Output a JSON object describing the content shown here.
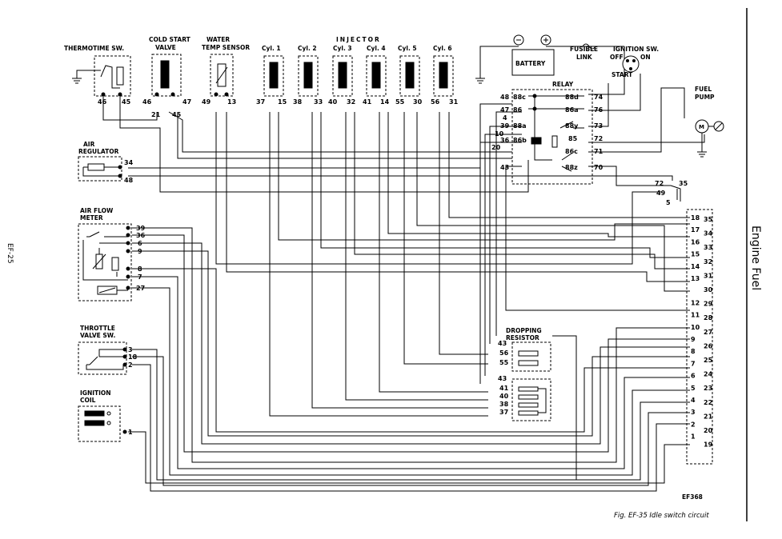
{
  "page_id": "EF-25",
  "section_title": "Engine Fuel",
  "figure_code": "EF368",
  "figure_caption": "Fig. EF-35 Idle switch circuit",
  "labels": {
    "thermotime_1": "THERMOTIME SW.",
    "cold_start_1": "COLD START",
    "cold_start_2": "VALVE",
    "water_1": "WATER",
    "water_2": "TEMP SENSOR",
    "injector": "INJECTOR",
    "cyl1": "Cyl. 1",
    "cyl2": "Cyl. 2",
    "cyl3": "Cyl. 3",
    "cyl4": "Cyl. 4",
    "cyl5": "Cyl. 5",
    "cyl6": "Cyl. 6",
    "battery": "BATTERY",
    "fusible_1": "FUSIBLE",
    "fusible_2": "LINK",
    "ignition_sw": "IGNITION SW.",
    "off": "OFF",
    "on": "ON",
    "start": "START",
    "relay": "RELAY",
    "fuel_pump_1": "FUEL",
    "fuel_pump_2": "PUMP",
    "air_reg_1": "AIR",
    "air_reg_2": "REGULATOR",
    "afm_1": "AIR FLOW",
    "afm_2": "METER",
    "throttle_1": "THROTTLE",
    "throttle_2": "VALVE SW.",
    "ign_coil_1": "IGNITION",
    "ign_coil_2": "COIL",
    "dropping_1": "DROPPING",
    "dropping_2": "RESISTOR"
  },
  "pins": {
    "thermo_a": "46",
    "thermo_b": "45",
    "csv_a": "46",
    "csv_b": "47",
    "csv_c": "21",
    "csv_d": "45",
    "wts_a": "49",
    "wts_b": "13",
    "i1a": "37",
    "i1b": "15",
    "i2a": "38",
    "i2b": "33",
    "i3a": "40",
    "i3b": "32",
    "i4a": "41",
    "i4b": "14",
    "i5a": "55",
    "i5b": "30",
    "i6a": "56",
    "i6b": "31",
    "r48": "48",
    "r47": "47",
    "r4": "4",
    "r39": "39",
    "r10": "10",
    "r36": "36",
    "r20": "20",
    "r43": "43",
    "r88c": "88c",
    "r86": "86",
    "r88a": "88a",
    "r86b": "86b",
    "r86a": "86a",
    "r88y": "88y",
    "r85": "85",
    "r86c": "86c",
    "r88z": "88z",
    "r88d": "88d",
    "r74": "74",
    "r76": "76",
    "r73": "73",
    "r72": "72",
    "r71": "71",
    "r70": "70",
    "ar34": "34",
    "ar48": "48",
    "af39": "39",
    "af36": "36",
    "af6": "6",
    "af9": "9",
    "af8": "8",
    "af7": "7",
    "af27": "27",
    "tv3": "3",
    "tv18": "18",
    "tv2": "2",
    "ic1": "1",
    "cu72": "72",
    "cu35": "35",
    "cu49": "49",
    "cu5": "5",
    "d43a": "43",
    "d56": "56",
    "d55": "55",
    "d43b": "43",
    "d41": "41",
    "d40": "40",
    "d38": "38",
    "d37": "37"
  },
  "connector": {
    "left": [
      "18",
      "17",
      "16",
      "15",
      "14",
      "13",
      "",
      "12",
      "11",
      "10",
      "9",
      "8",
      "7",
      "6",
      "5",
      "4",
      "3",
      "2",
      "1"
    ],
    "right": [
      "35",
      "34",
      "33",
      "32",
      "31",
      "30",
      "29",
      "28",
      "27",
      "26",
      "25",
      "24",
      "23",
      "22",
      "21",
      "20",
      "19"
    ]
  }
}
